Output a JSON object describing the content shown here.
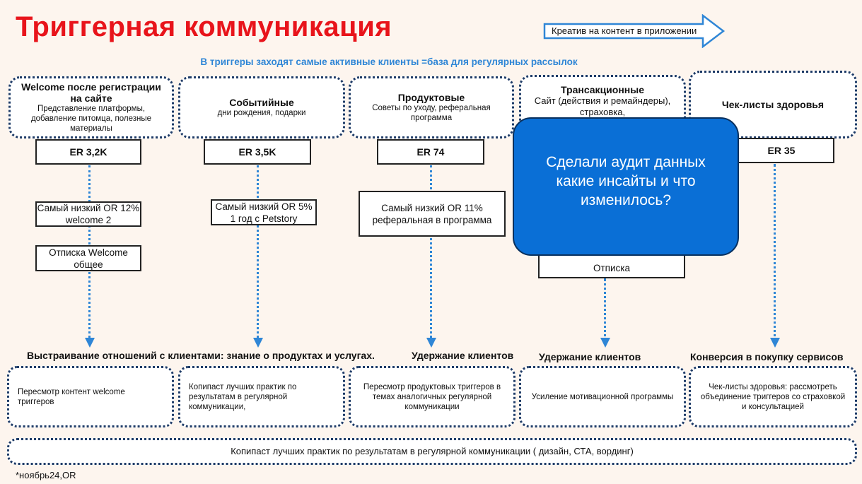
{
  "title": "Триггерная коммуникация",
  "subtitle": "В триггеры заходят самые активные клиенты =база для регулярных рассылок",
  "top_arrow_label": "Креатив на контент в приложении",
  "categories": [
    {
      "title": "Welcome после регистрации на сайте",
      "desc": "Представление платформы, добавление питомца, полезные материалы"
    },
    {
      "title": "Событийные",
      "desc": "дни рождения, подарки"
    },
    {
      "title": "Продуктовые",
      "desc": "Советы по уходу, реферальная программа"
    },
    {
      "title": "Трансакционные",
      "desc": "Сайт (действия и ремайндеры), страховка,"
    },
    {
      "title": "Чек-листы здоровья",
      "desc": ""
    }
  ],
  "er": [
    "ER 3,2K",
    "ER 3,5K",
    "ER 74",
    "ER 35"
  ],
  "notes": {
    "welcome_low_or": "Самый низкий OR 12% welcome 2",
    "welcome_unsub": "Отписка Welcome общее",
    "event_low_or": "Самый низкий OR 5% 1 год с Petstory",
    "product_low_or": "Самый низкий OR 11% реферальная в программа",
    "trans_unsub": "Отписка"
  },
  "overlay_text": "Сделали аудит данных какие инсайты и что изменилось?",
  "results": {
    "wide": "Выстраивание отношений с клиентами: знание о продуктах и услугах.",
    "retention1": "Удержание клиентов",
    "retention2": "Удержание клиентов",
    "conversion": "Конверсия в покупку сервисов"
  },
  "actions": [
    "Пересмотр контент welcome триггеров",
    "Копипаст лучших практик по результатам в регулярной коммуникации,",
    "Пересмотр продуктовых триггеров в темах аналогичных регулярной коммуникации",
    "Усиление мотивационной программы",
    "Чек-листы здоровья: рассмотреть объединение триггеров со страховкой и консультацией"
  ],
  "bottom_bar": "Копипаст лучших практик по результатам в регулярной коммуникации ( дизайн, СТА, вординг)",
  "footnote": "*ноябрь24,OR",
  "colors": {
    "title": "#e8141b",
    "accent": "#2f86d6",
    "overlay": "#0a6fd6",
    "dots": "#1f3c68"
  }
}
